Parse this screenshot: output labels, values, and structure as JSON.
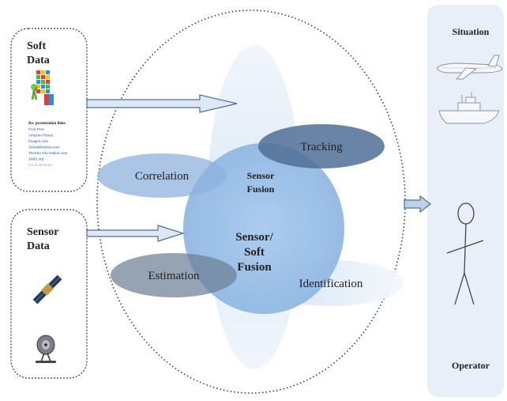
{
  "soft_data": {
    "title_line1": "Soft",
    "title_line2": "Data",
    "doc_heading": "Re: presentation links",
    "doc_links": [
      "Fred Prev",
      "Amazon Planet",
      "Images.com",
      "SentaWireless.com",
      "Thermo Info Online.com",
      "SIMS.org",
      "Go to services"
    ]
  },
  "sensor_data": {
    "title_line1": "Sensor",
    "title_line2": "Data"
  },
  "fusion": {
    "correlation": "Correlation",
    "tracking": "Tracking",
    "sensor_fusion_line1": "Sensor",
    "sensor_fusion_line2": "Fusion",
    "ssf_line1": "Sensor/",
    "ssf_line2": "Soft",
    "ssf_line3": "Fusion",
    "estimation": "Estimation",
    "identification": "Identification"
  },
  "operator_panel": {
    "situation": "Situation",
    "operator": "Operator"
  },
  "icons": {
    "airplane": "airplane-icon",
    "boat": "boat-icon",
    "satellite": "satellite-icon",
    "antenna": "antenna-icon",
    "person": "stick-figure-icon",
    "document": "document-icon"
  },
  "colors": {
    "panel_bg": "#e8eff8",
    "arrow_fill": "#dde8f4",
    "arrow_stroke": "#4f6f93",
    "tracking_fill": "#4f6f96",
    "correlation_fill": "#8fb2de",
    "estimation_fill": "#6d7f96",
    "center_fill": "#9fc3ea"
  }
}
